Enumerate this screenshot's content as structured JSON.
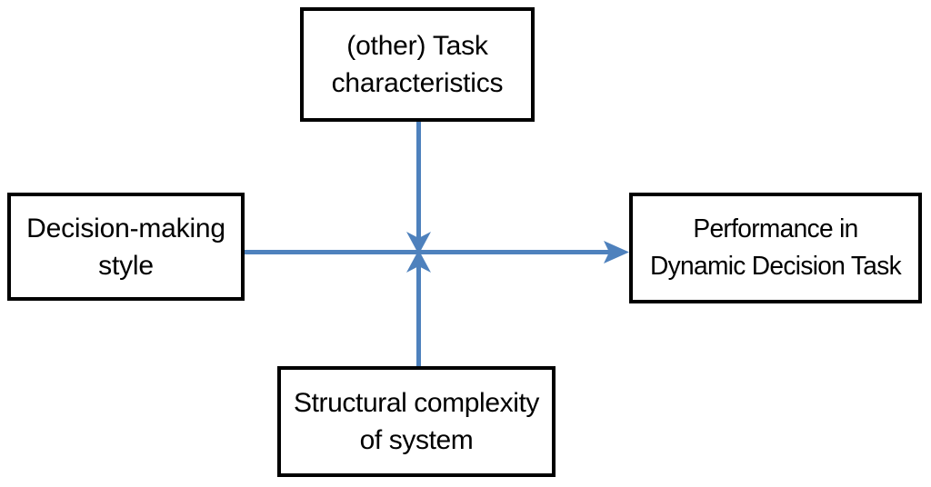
{
  "diagram": {
    "type": "conceptual-model",
    "title": "",
    "background_color": "#FFFFFF",
    "box_border_color": "#000000",
    "connector_color": "#4E81BD",
    "nodes": [
      {
        "id": "top",
        "label": "(other) Task\ncharacteristics",
        "role": "moderator"
      },
      {
        "id": "left",
        "label": "Decision-making\nstyle",
        "role": "predictor"
      },
      {
        "id": "right",
        "label": "Performance in\nDynamic Decision Task",
        "role": "outcome"
      },
      {
        "id": "bottom",
        "label": "Structural complexity\nof system",
        "role": "moderator"
      }
    ],
    "connectors": [
      {
        "id": "left-to-right",
        "from": "left",
        "to": "right",
        "direction": "right",
        "arrowhead": true
      },
      {
        "id": "top-to-center",
        "from": "top",
        "to": "left-to-right",
        "direction": "down",
        "arrowhead": true
      },
      {
        "id": "bottom-to-center",
        "from": "bottom",
        "to": "left-to-right",
        "direction": "up",
        "arrowhead": true
      }
    ]
  }
}
